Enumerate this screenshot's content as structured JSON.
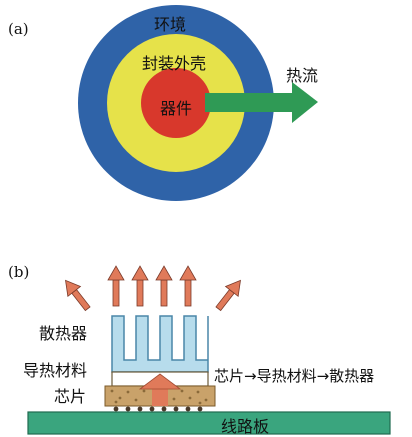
{
  "panel_a": {
    "label": "(a)",
    "outer_ring": "环境",
    "middle_ring": "封装外壳",
    "inner_core": "器件",
    "arrow_label": "热流",
    "colors": {
      "outer": "#2f63a8",
      "middle": "#e6e24a",
      "inner": "#d8382c",
      "arrow": "#2f9a55"
    }
  },
  "panel_b": {
    "label": "(b)",
    "heatsink_label": "散热器",
    "tim_label": "导热材料",
    "chip_label": "芯片",
    "path_label": "芯片→导热材料→散热器",
    "board_label": "线路板",
    "colors": {
      "heatsink": "#b7dcec",
      "heatsink_edge": "#4a86a8",
      "arrow": "#e07a5a",
      "board": "#3aa57e",
      "chip": "#c9a26a"
    }
  }
}
